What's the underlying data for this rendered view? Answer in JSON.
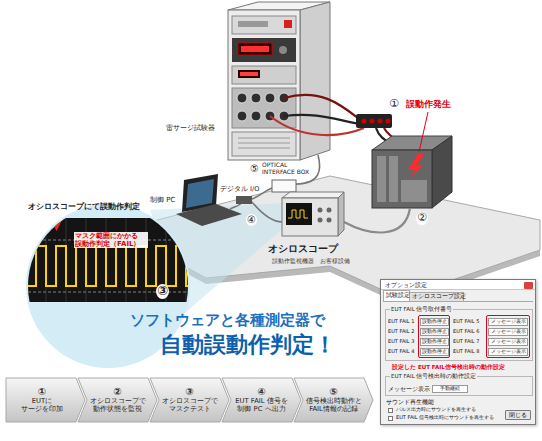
{
  "diagram": {
    "title": "ソフトウェアと各種測定器で",
    "nodes": [
      {
        "text": [
          "オシロスコープにて誤動作判定",
          "マスク範囲にかかる 誤動作判定（FAIL）",
          "③"
        ]
      },
      {
        "text": [
          "オプション設定"
        ]
      },
      {
        "text": [
          "EUT FAIL 信号取付番号"
        ],
        "in": 1
      },
      {
        "text": [
          "誤動作停止"
        ],
        "in": 2
      },
      {
        "text": [
          "メッセージ表示"
        ],
        "in": 2
      },
      {
        "text": [
          "誤動作停止"
        ],
        "in": 2
      },
      {
        "text": [
          "メッセージ表示"
        ],
        "in": 2
      },
      {
        "text": [
          "誤動作停止"
        ],
        "in": 2
      },
      {
        "text": [
          "メッセージ表示"
        ],
        "in": 2
      },
      {
        "text": [
          "誤動作停止"
        ],
        "in": 2
      },
      {
        "text": [
          "メッセージ表示"
        ],
        "in": 2
      },
      {
        "text": [
          "EUT FAIL 信号検出時の動作設定"
        ],
        "in": 1
      },
      {
        "text": [
          "手動継続"
        ],
        "in": 11
      },
      {
        "text": [
          "閉じる"
        ],
        "in": 1
      },
      {
        "text": [
          "①",
          "EUTに サージを印加"
        ]
      },
      {
        "text": [
          "②",
          "オシロスコープで 動作状態を監視"
        ]
      },
      {
        "text": [
          "③",
          "オシロスコープで マスクテスト"
        ]
      },
      {
        "text": [
          "④",
          "EUT FAIL 信号を 制御 PC へ出力"
        ]
      },
      {
        "text": [
          "⑤",
          "信号検出時動作と FAIL情報の記録"
        ]
      }
    ],
    "labels": [
      "雷サージ試験器",
      "①",
      "誤動作発生",
      "②",
      "OPTICAL INTERFACE BOX",
      "⑤",
      "デジタル I/O",
      "制御 PC",
      "④",
      "オシロスコープ",
      "誤動作監視機器　お客様設備",
      "自動誤動作判定！",
      "試験設定",
      "オシロスコープ設定",
      "EUT FAIL 1",
      "EUT FAIL 5",
      "EUT FAIL 2",
      "EUT FAIL 6",
      "EUT FAIL 3",
      "EUT FAIL 7",
      "EUT FAIL 4",
      "EUT FAIL 8",
      "設定した EUT FAIL信号検出時の動作設定",
      "メッセージ表示",
      "サウンド再生機能",
      "パルス出力時にサウンドを再生する",
      "EUT FAIL 信号検出時にサウンドを再生する"
    ]
  }
}
